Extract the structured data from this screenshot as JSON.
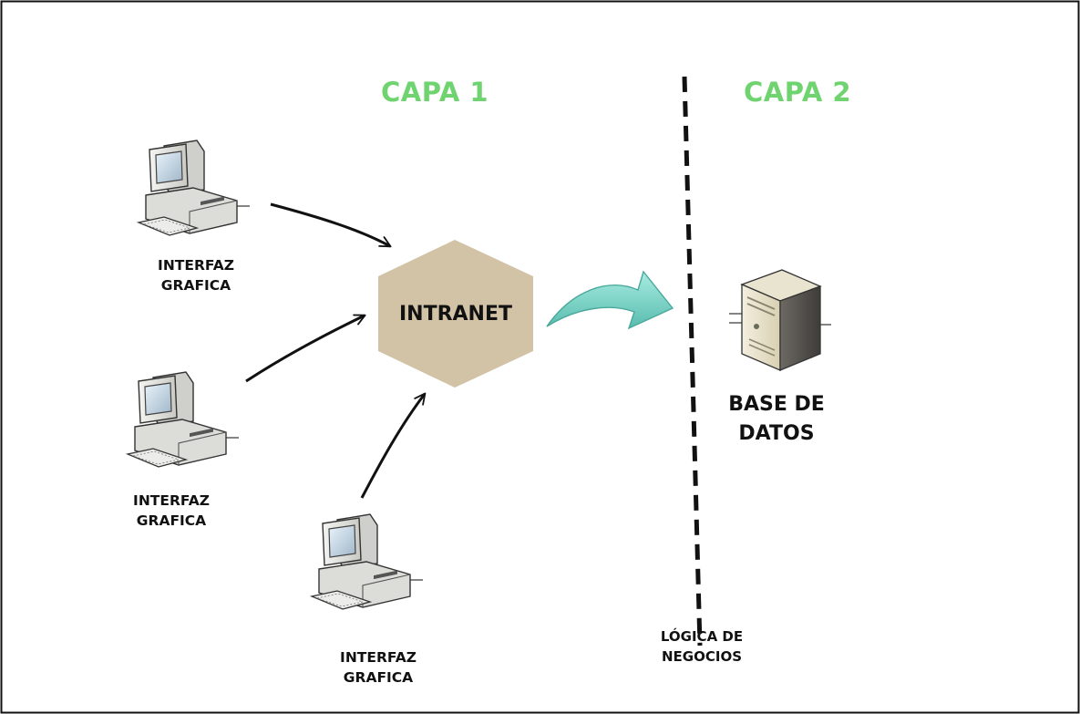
{
  "layers": {
    "layer1_title": "CAPA 1",
    "layer2_title": "CAPA 2"
  },
  "clients": [
    {
      "line1": "INTERFAZ",
      "line2": "GRAFICA"
    },
    {
      "line1": "INTERFAZ",
      "line2": "GRAFICA"
    },
    {
      "line1": "INTERFAZ",
      "line2": "GRAFICA"
    }
  ],
  "network": {
    "label": "INTRANET"
  },
  "database": {
    "line1": "BASE DE",
    "line2": "DATOS"
  },
  "business_logic": {
    "line1": "LÓGICA DE",
    "line2": "NEGOCIOS"
  },
  "colors": {
    "layer_title": "#6fd36f",
    "intranet_hexagon": "#d2c3a6",
    "transfer_arrow": "#7fd6c8",
    "divider": "#111111"
  },
  "icons": [
    "computer-icon",
    "server-icon"
  ]
}
